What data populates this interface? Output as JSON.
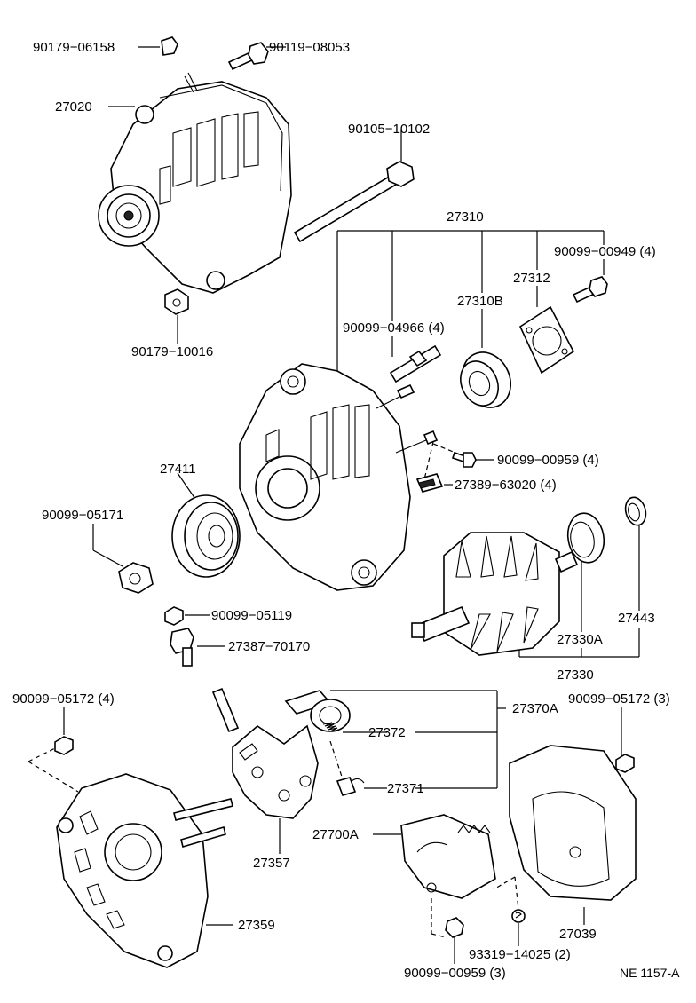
{
  "labels": {
    "p90179_06158": "90179−06158",
    "p90119_08053": "90119−08053",
    "p27020": "27020",
    "p90105_10102": "90105−10102",
    "p27310": "27310",
    "p90099_00949": "90099−00949 (4)",
    "p27312": "27312",
    "p27310B": "27310B",
    "p90099_04966": "90099−04966 (4)",
    "p90179_10016": "90179−10016",
    "p90099_00959a": "90099−00959 (4)",
    "p27389_63020": "27389−63020 (4)",
    "p27411": "27411",
    "p90099_05171": "90099−05171",
    "p27443": "27443",
    "p27330A": "27330A",
    "p27330": "27330",
    "p90099_05119": "90099−05119",
    "p27387_70170": "27387−70170",
    "p90099_05172a": "90099−05172 (4)",
    "p90099_05172b": "90099−05172 (3)",
    "p27370A": "27370A",
    "p27372": "27372",
    "p27371": "27371",
    "p27700A": "27700A",
    "p27357": "27357",
    "p27359": "27359",
    "p27039": "27039",
    "p93319_14025": "93319−14025 (2)",
    "p90099_00959b": "90099−00959 (3)",
    "diagram_code": "NE 1157-A"
  }
}
